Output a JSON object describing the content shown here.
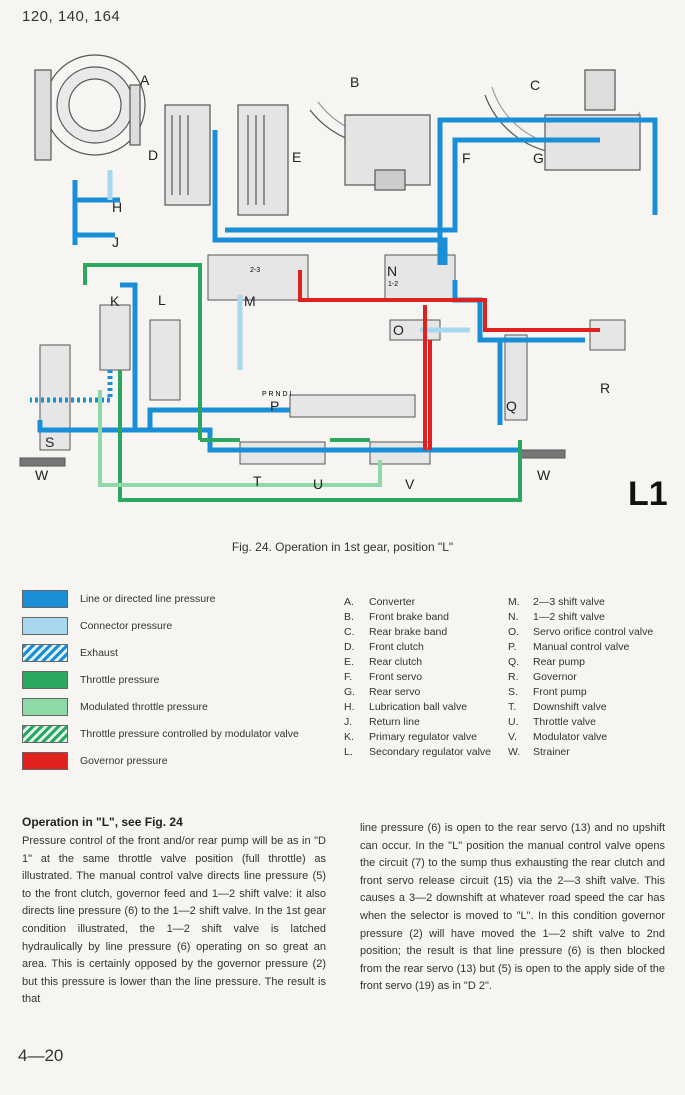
{
  "header": "120, 140, 164",
  "figure": {
    "caption": "Fig. 24.   Operation in 1st gear, position \"L\"",
    "labels": {
      "A": "A",
      "B": "B",
      "C": "C",
      "D": "D",
      "E": "E",
      "F": "F",
      "G": "G",
      "H": "H",
      "J": "J",
      "K": "K",
      "L": "L",
      "M": "M",
      "N": "N",
      "O": "O",
      "P": "P",
      "Q": "Q",
      "R": "R",
      "S": "S",
      "T": "T",
      "U": "U",
      "V": "V",
      "W1": "W",
      "W2": "W"
    },
    "tag": "L1",
    "valve_positions": "P R N D I",
    "n_sub": "1-2",
    "m_sub": "2-3",
    "colors": {
      "line": "#1a8fd8",
      "connector": "#a7d8f0",
      "throttle": "#2aa860",
      "modulated": "#8fd9a8",
      "governor": "#e0221f"
    }
  },
  "legend": [
    {
      "label": "Line or directed line pressure",
      "style": "line"
    },
    {
      "label": "Connector pressure",
      "style": "connector"
    },
    {
      "label": "Exhaust",
      "style": "hatch-blue"
    },
    {
      "label": "Throttle pressure",
      "style": "throttle"
    },
    {
      "label": "Modulated throttle pressure",
      "style": "modulated"
    },
    {
      "label": "Throttle pressure controlled by modulator valve",
      "style": "hatch-green"
    },
    {
      "label": "Governor pressure",
      "style": "governor"
    }
  ],
  "components": [
    {
      "l1": "A.",
      "n1": "Converter",
      "l2": "M.",
      "n2": "2—3 shift valve"
    },
    {
      "l1": "B.",
      "n1": "Front brake band",
      "l2": "N.",
      "n2": "1—2 shift valve"
    },
    {
      "l1": "C.",
      "n1": "Rear brake band",
      "l2": "O.",
      "n2": "Servo orifice control valve"
    },
    {
      "l1": "D.",
      "n1": "Front clutch",
      "l2": "P.",
      "n2": "Manual control valve"
    },
    {
      "l1": "E.",
      "n1": "Rear clutch",
      "l2": "Q.",
      "n2": "Rear pump"
    },
    {
      "l1": "F.",
      "n1": "Front servo",
      "l2": "R.",
      "n2": "Governor"
    },
    {
      "l1": "G.",
      "n1": "Rear servo",
      "l2": "S.",
      "n2": "Front pump"
    },
    {
      "l1": "H.",
      "n1": "Lubrication ball valve",
      "l2": "T.",
      "n2": "Downshift valve"
    },
    {
      "l1": "J.",
      "n1": "Return line",
      "l2": "U.",
      "n2": "Throttle valve"
    },
    {
      "l1": "K.",
      "n1": "Primary regulator valve",
      "l2": "V.",
      "n2": "Modulator valve"
    },
    {
      "l1": "L.",
      "n1": "Secondary regulator valve",
      "l2": "W.",
      "n2": "Strainer"
    }
  ],
  "section_title": "Operation in \"L\", see Fig. 24",
  "left_text": "Pressure control of the front and/or rear pump will be as in \"D 1\" at the same throttle valve position (full throttle) as illustrated. The manual control valve directs line pressure (5) to the front clutch, governor feed and 1—2 shift valve: it also directs line pressure (6) to the 1—2 shift valve. In the 1st gear condition illustrated, the 1—2 shift valve is latched hydraulically by line pressure (6) operating on so great an area. This is certainly opposed by the governor pressure (2) but this pressure is lower than the line pressure. The result is that",
  "right_text": "line pressure (6) is open to the rear servo (13) and no upshift can occur. In the \"L\" position the manual control valve opens the circuit (7) to the sump thus exhausting the rear clutch and front servo release circuit (15) via the 2—3 shift valve. This causes a 3—2 downshift at whatever road speed the car has when the selector is moved to \"L\". In this condition governor pressure (2) will have moved the 1—2 shift valve to 2nd position; the result is that line pressure (6) is then blocked from the rear servo (13) but (5) is open to the apply side of the front servo (19) as in \"D 2\".",
  "page_number": "4—20"
}
